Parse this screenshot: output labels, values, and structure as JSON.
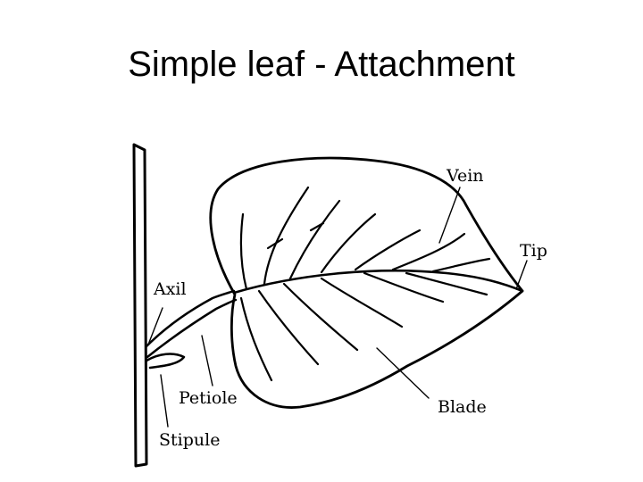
{
  "slide": {
    "title": "Simple leaf - Attachment"
  },
  "diagram": {
    "labels": {
      "vein": "Vein",
      "tip": "Tip",
      "axil": "Axil",
      "petiole": "Petiole",
      "blade": "Blade",
      "stipule": "Stipule"
    }
  },
  "colors": {
    "ink": "#000000",
    "background": "#ffffff"
  }
}
